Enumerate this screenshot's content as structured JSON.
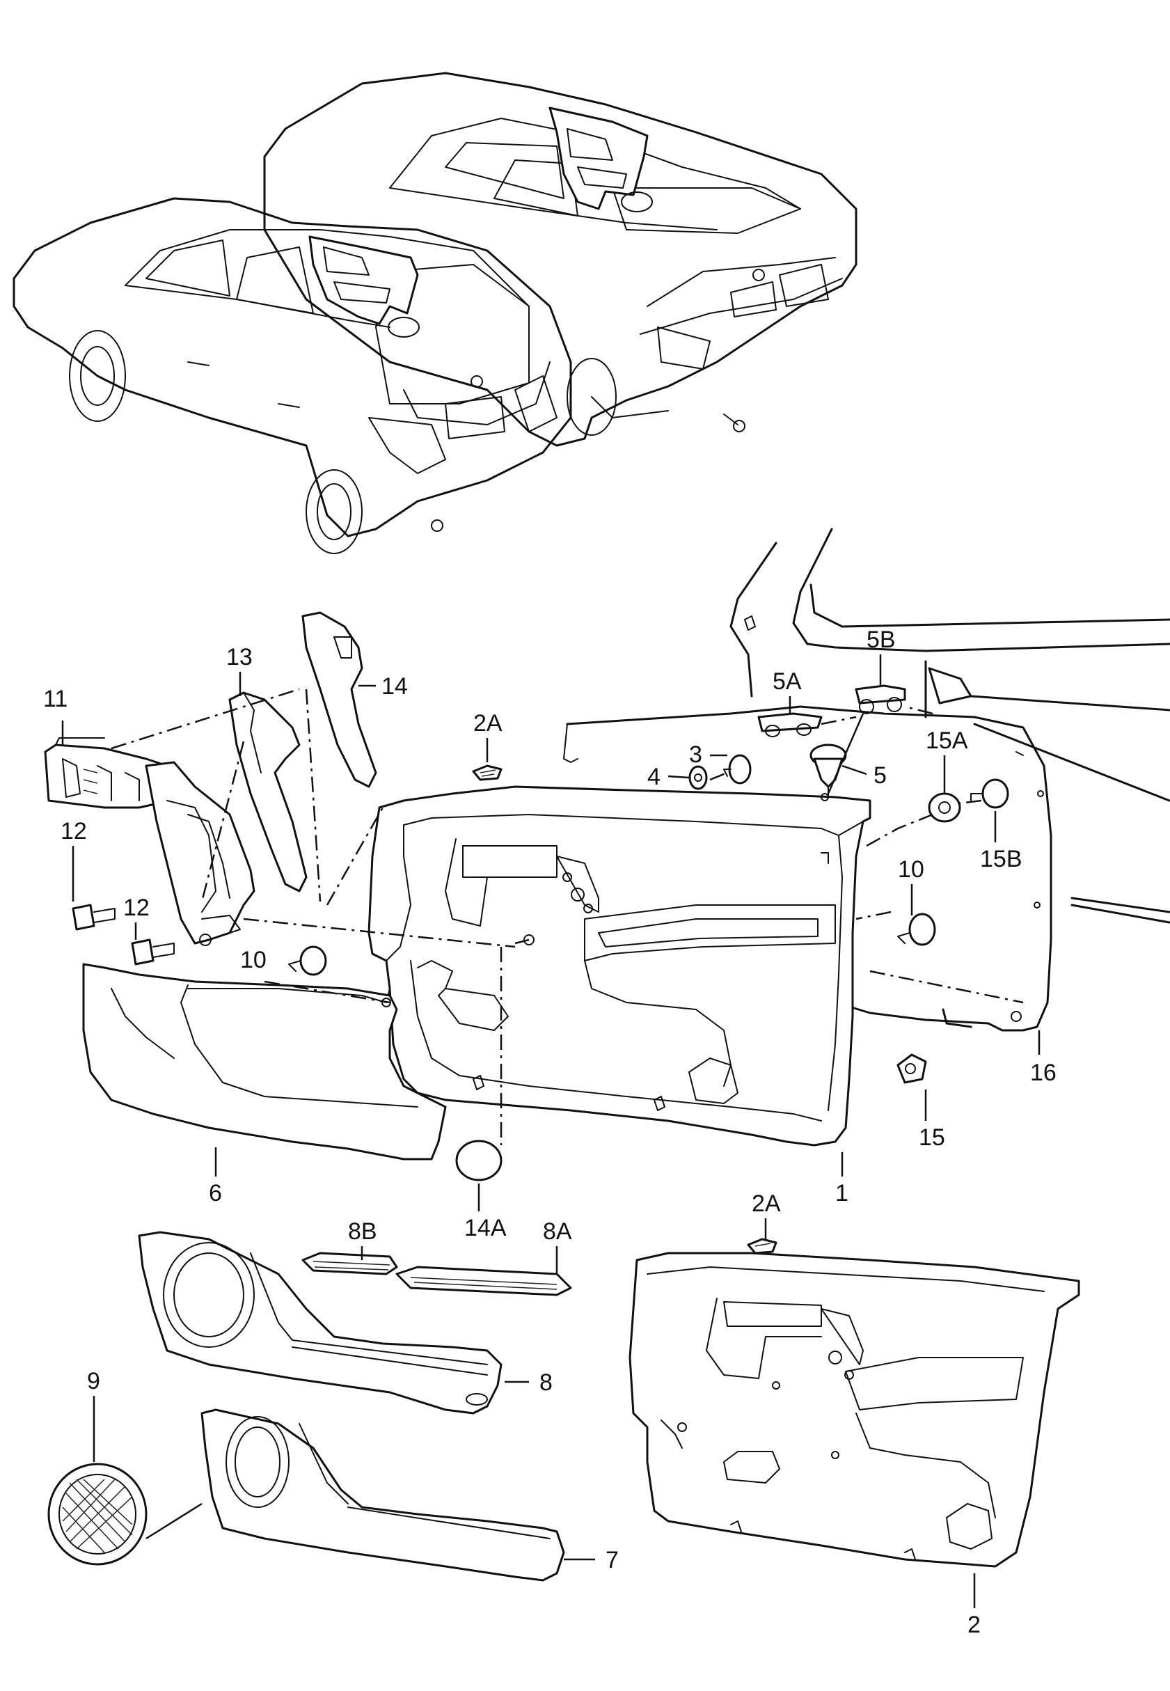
{
  "labels": {
    "l1": "1",
    "l2": "2",
    "l2A_top": "2A",
    "l2A_bottom": "2A",
    "l3": "3",
    "l4": "4",
    "l5": "5",
    "l5A": "5A",
    "l5B": "5B",
    "l6": "6",
    "l7": "7",
    "l8": "8",
    "l8A": "8A",
    "l8B": "8B",
    "l9": "9",
    "l10_left": "10",
    "l10_right": "10",
    "l11": "11",
    "l12_top": "12",
    "l12_bottom": "12",
    "l13": "13",
    "l14": "14",
    "l14A": "14A",
    "l15": "15",
    "l15A": "15A",
    "l15B": "15B",
    "l16": "16"
  },
  "icons": {
    "hatchback": "car-hatchback-icon",
    "sedan": "car-sedan-icon"
  }
}
